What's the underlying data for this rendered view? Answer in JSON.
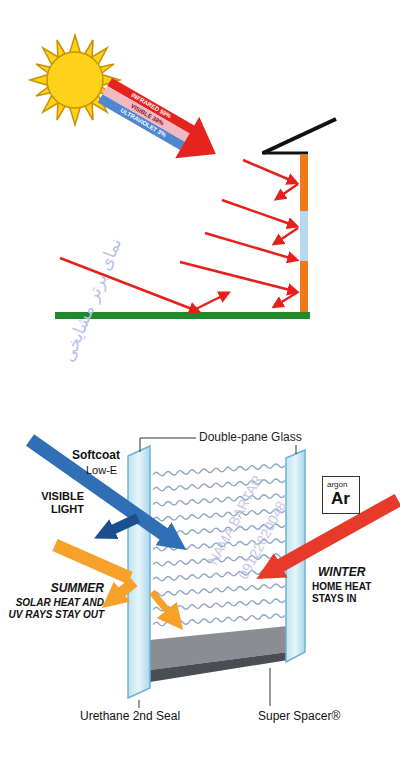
{
  "diagram": {
    "nodes": [
      {
        "text": [
          "argon",
          "Ar"
        ]
      }
    ],
    "labels": [
      "INFRARED 59%",
      "VISIBLE 38%",
      "ULTRAVIOLET 3%",
      "نمای برتر مشایخی",
      "Double-pane Glass",
      "Softcoat",
      "Low-E",
      "VISIBLE LIGHT",
      "SUMMER",
      "SOLAR HEAT AND UV RAYS STAY OUT",
      "WINTER",
      "HOME HEAT STAYS IN",
      "Urethane 2nd Seal",
      "Super Spacer®",
      "NAMA BARTAR",
      "09122820048"
    ]
  }
}
